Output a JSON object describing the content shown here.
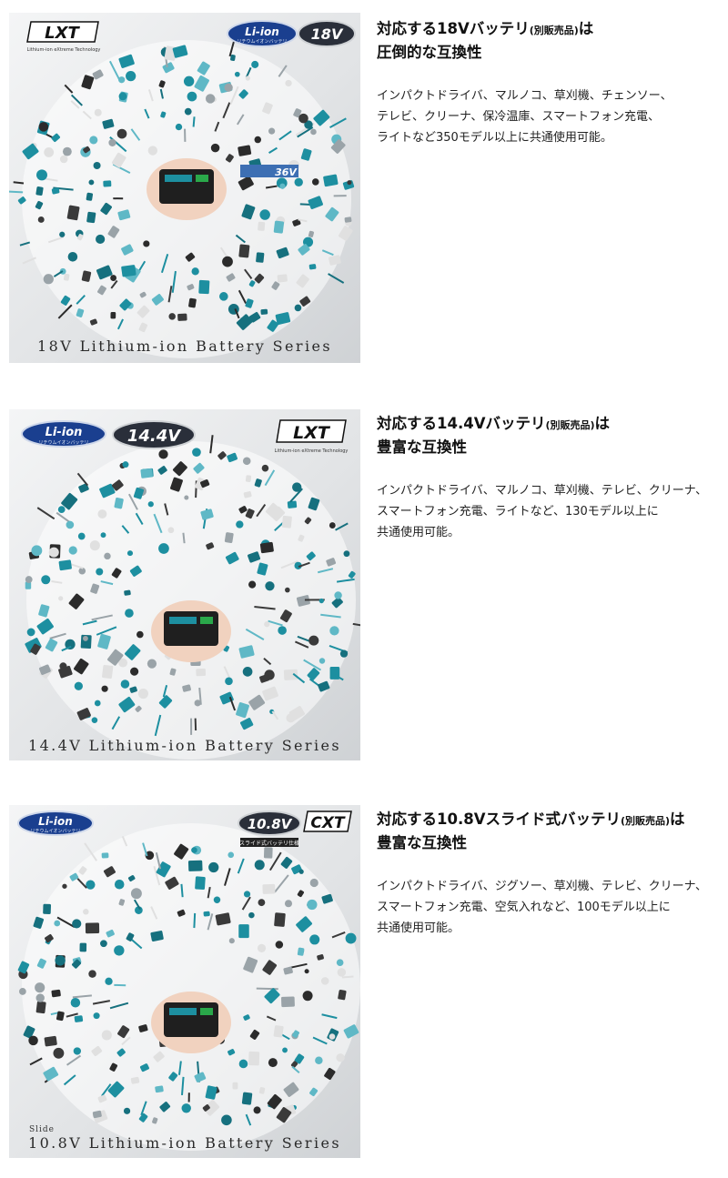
{
  "sections": [
    {
      "series_label": "18V Lithium-ion Battery Series",
      "badges": {
        "lxt": "LXT",
        "lxt_sub": "Lithium-ion eXtreme Technology",
        "liion": "Li-ion",
        "liion_sub": "リチウムイオンバッテリ",
        "voltage": "18V",
        "battery_strip": "36V"
      },
      "heading_main_1": "対応する18Vバッテリ",
      "heading_note": "(別販売品)",
      "heading_main_2": "は",
      "heading_line2": "圧倒的な互換性",
      "desc_lines": [
        "インパクトドライバ、マルノコ、草刈機、チェンソー、",
        "テレビ、クリーナ、保冷温庫、スマートフォン充電、",
        "ライトなど350モデル以上に共通使用可能。"
      ]
    },
    {
      "series_label": "14.4V Lithium-ion Battery Series",
      "badges": {
        "lxt": "LXT",
        "lxt_sub": "Lithium-ion eXtreme Technology",
        "liion": "Li-ion",
        "liion_sub": "リチウムイオンバッテリ",
        "voltage": "14.4V"
      },
      "heading_main_1": "対応する14.4Vバッテリ",
      "heading_note": "(別販売品)",
      "heading_main_2": "は",
      "heading_line2": "豊富な互換性",
      "desc_lines": [
        "インパクトドライバ、マルノコ、草刈機、テレビ、クリーナ、",
        "スマートフォン充電、ライトなど、130モデル以上に",
        "共通使用可能。"
      ]
    },
    {
      "series_label": "10.8V Lithium-ion Battery Series",
      "slide_label": "Slide",
      "badges": {
        "cxt": "CXT",
        "liion": "Li-ion",
        "liion_sub": "リチウムイオンバッテリ",
        "voltage": "10.8V",
        "voltage_sub": "スライド式バッテリ仕様"
      },
      "heading_main_1": "対応する10.8Vスライド式バッテリ",
      "heading_note": "(別販売品)",
      "heading_main_2": "は",
      "heading_line2": "豊富な互換性",
      "desc_lines": [
        "インパクトドライバ、ジグソー、草刈機、テレビ、クリーナ、",
        "スマートフォン充電、空気入れなど、100モデル以上に",
        "共通使用可能。"
      ]
    }
  ],
  "colors": {
    "teal": "#1d8fa0",
    "dark": "#222222",
    "badge_blue": "#1a3f8f",
    "lxt_black": "#111111"
  }
}
